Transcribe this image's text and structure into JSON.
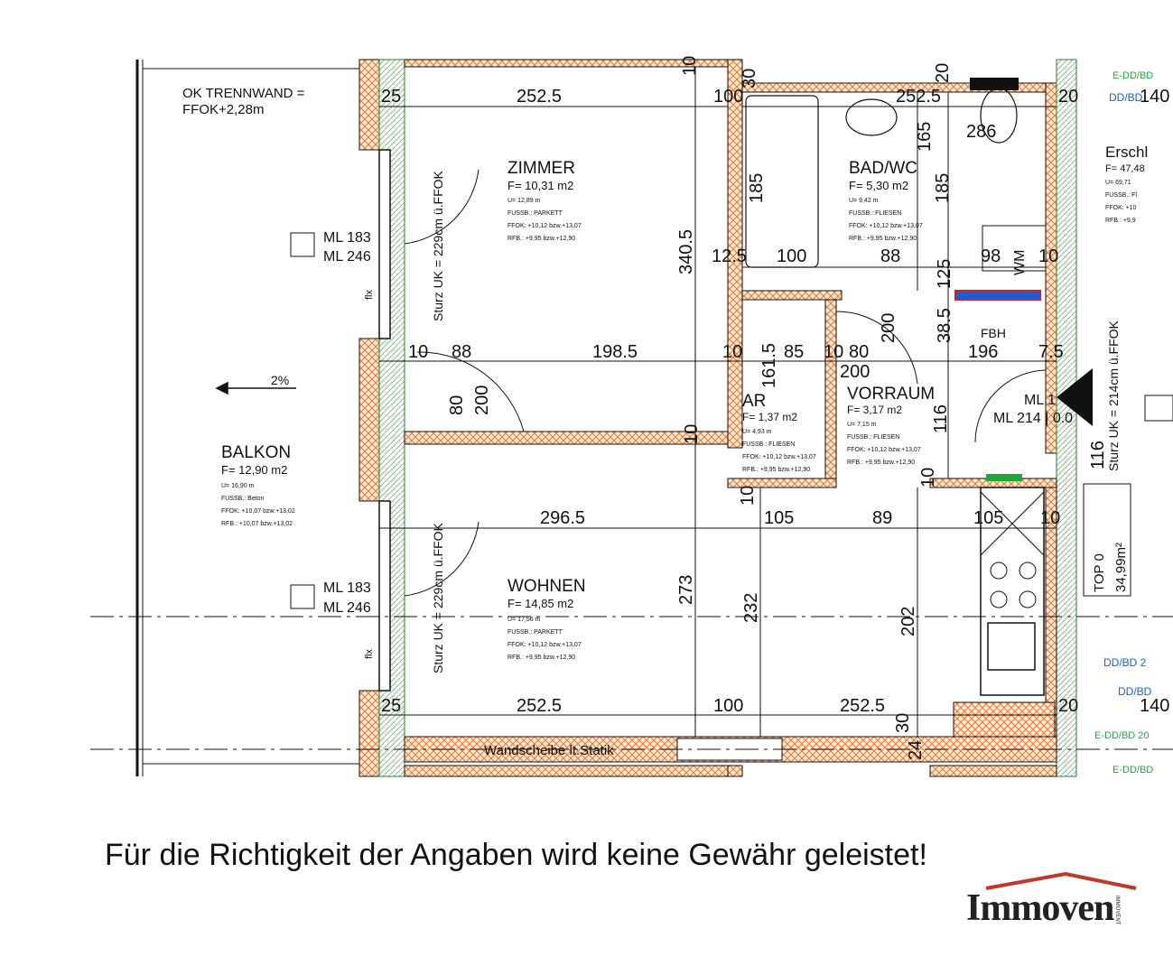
{
  "header_note": [
    "OK TRENNWAND =",
    "FFOK+2,28m"
  ],
  "balcony": {
    "name": "BALKON",
    "area": "F=  12,90 m2",
    "u": "U=      16,90 m",
    "floor": "FUSSB.: Beton",
    "ffok": "FFOK:    +10,07 bzw.+13,02",
    "rfb": "RFB.:     +10,07 bzw.+13,02",
    "slope": "2%"
  },
  "rooms": [
    {
      "id": "zimmer",
      "name": "ZIMMER",
      "area": "F=  10,31 m2",
      "u": "U=      12,89 m",
      "floor": "FUSSB.: PARKETT",
      "ffok": "FFOK:    +10,12 bzw.+13,07",
      "rfb": "RFB.:      +9,95 bzw.+12,90"
    },
    {
      "id": "bad",
      "name": "BAD/WC",
      "area": "F=   5,30 m2",
      "u": "U=      9,42 m",
      "floor": "FUSSB.: FLIESEN",
      "ffok": "FFOK:    +10,12 bzw.+13,07",
      "rfb": "RFB.:      +9,95 bzw.+12,90"
    },
    {
      "id": "ar",
      "name": "AR",
      "area": "F=     1,37 m2",
      "u": "U=      4,93 m",
      "floor": "FUSSB.: FLIESEN",
      "ffok": "FFOK:    +10,12 bzw.+13,07",
      "rfb": "RFB.:      +9,95 bzw.+12,90"
    },
    {
      "id": "vorraum",
      "name": "VORRAUM",
      "area": "F=     3,17 m2",
      "u": "U=      7,15 m",
      "floor": "FUSSB.: FLIESEN",
      "ffok": "FFOK:    +10,12 bzw.+13,07",
      "rfb": "RFB.:      +9,95 bzw.+12,90"
    },
    {
      "id": "wohnen",
      "name": "WOHNEN",
      "area": "F=  14,85 m2",
      "u": "U=      17,56 m",
      "floor": "FUSSB.: PARKETT",
      "ffok": "FFOK:    +10,12 bzw.+13,07",
      "rfb": "RFB.:      +9,95 bzw.+12,90"
    },
    {
      "id": "erschl",
      "name": "Erschl",
      "area": "F=   47,48",
      "u": "U=     69,71",
      "floor": "FUSSB.: Fl",
      "ffok": "FFOK:   +10",
      "rfb": "RFB.:    +9,9"
    }
  ],
  "dimensions": {
    "top_row": [
      "25",
      "252.5",
      "100",
      "252.5",
      "20",
      "140"
    ],
    "bath_row": [
      "286",
      "185",
      "185",
      "12.5",
      "100",
      "88",
      "98",
      "10",
      "165",
      "20",
      "30"
    ],
    "mid_row": [
      "10",
      "88",
      "198.5",
      "10",
      "85",
      "10",
      "80",
      "196",
      "7.5"
    ],
    "mid_vertical": [
      "80",
      "200",
      "161.5",
      "200",
      "200",
      "38.5",
      "116",
      "116",
      "10",
      "125"
    ],
    "lower_row": [
      "296.5",
      "10",
      "105",
      "89",
      "105",
      "10"
    ],
    "lower_vertical": [
      "273",
      "232",
      "202",
      "340.5",
      "10",
      "10"
    ],
    "bottom_row": [
      "25",
      "252.5",
      "100",
      "252.5",
      "20",
      "140",
      "30",
      "24"
    ]
  },
  "labels": {
    "window_top": [
      "ML 183",
      "ML 246"
    ],
    "window_bottom": [
      "ML 183",
      "ML 246"
    ],
    "sturz_top": "Sturz UK = 229cm ü.FFOK",
    "sturz_bottom": "Sturz UK = 229cm ü.FFOK",
    "sturz_right": "Sturz UK = 214cm ü.FFOK",
    "flx": "flx",
    "wm": "WM",
    "fbh": "FBH",
    "ml_door": [
      "ML 1",
      "ML 214 | 0.0"
    ],
    "wall_label": "Wandscheibe lt.Statik",
    "top_label": [
      "TOP 0",
      "34,99m²"
    ],
    "edd": [
      "E-DD/BD",
      "DD/BD",
      "DD/BD 2",
      "DD/BD",
      "E-DD/BD 20",
      "E-DD/BD"
    ]
  },
  "disclaimer": "Für die Richtigkeit der Angaben wird keine Gewähr geleistet!",
  "logo": {
    "text": "Immoven",
    "vertical": "IMMOVENT",
    "roof_color": "#c0392b"
  },
  "colors": {
    "hatch": "#e8833a",
    "wall_fill": "#fde9d9",
    "green": "#22a83a",
    "blue": "#1a5fd6",
    "red": "#d2232a"
  }
}
